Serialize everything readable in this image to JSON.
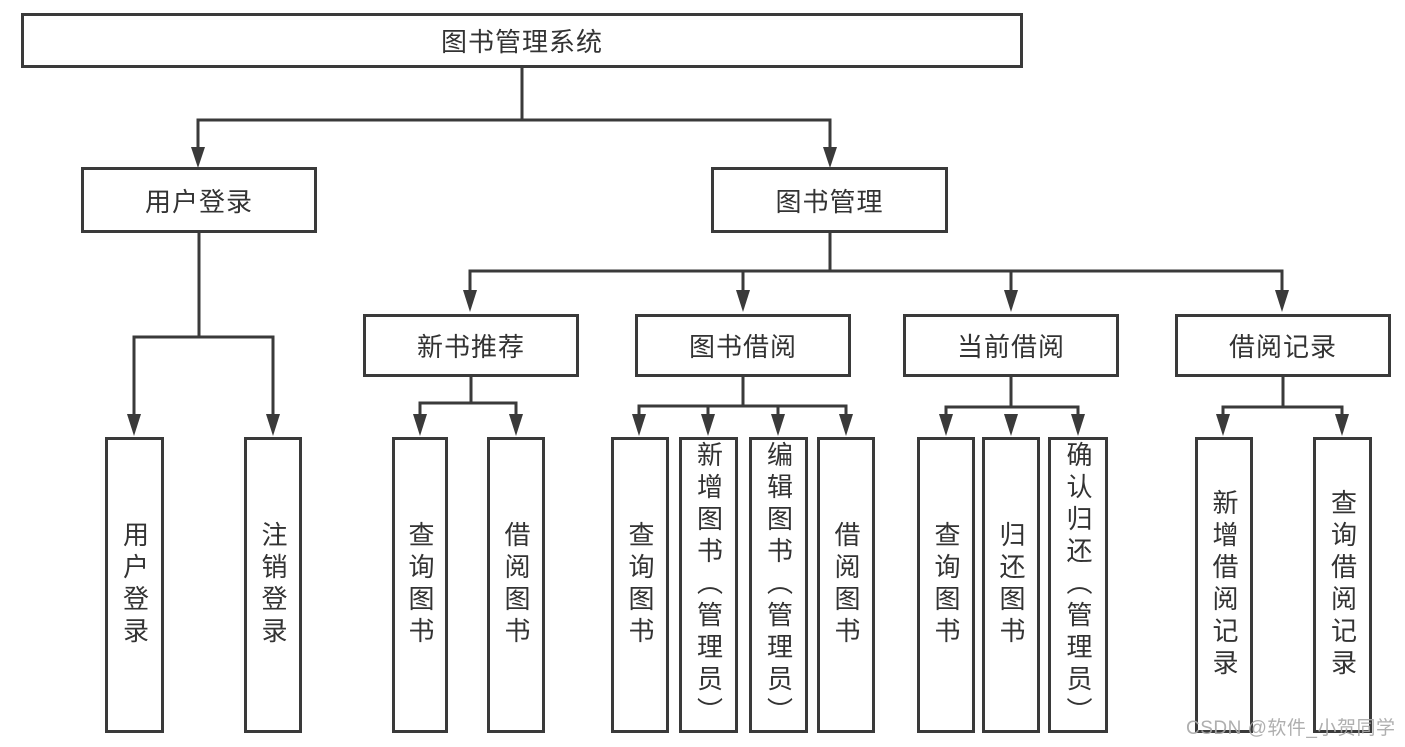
{
  "watermark": {
    "text": "CSDN @软件_小贺同学"
  },
  "colors": {
    "line": "#3a3a3a",
    "text": "#333333",
    "watermark_gray": "#a9a9a9",
    "background": "#ffffff"
  },
  "tree": {
    "root": "图书管理系统",
    "branches": [
      {
        "label": "用户登录",
        "children": [
          "用户登录",
          "注销登录"
        ]
      },
      {
        "label": "图书管理",
        "children": [
          {
            "label": "新书推荐",
            "children": [
              "查询图书",
              "借阅图书"
            ]
          },
          {
            "label": "图书借阅",
            "children": [
              "查询图书",
              "新增图书（管理员）",
              "编辑图书（管理员）",
              "借阅图书"
            ]
          },
          {
            "label": "当前借阅",
            "children": [
              "查询图书",
              "归还图书",
              "确认归还（管理员）"
            ]
          },
          {
            "label": "借阅记录",
            "children": [
              "新增借阅记录",
              "查询借阅记录"
            ]
          }
        ]
      }
    ]
  }
}
